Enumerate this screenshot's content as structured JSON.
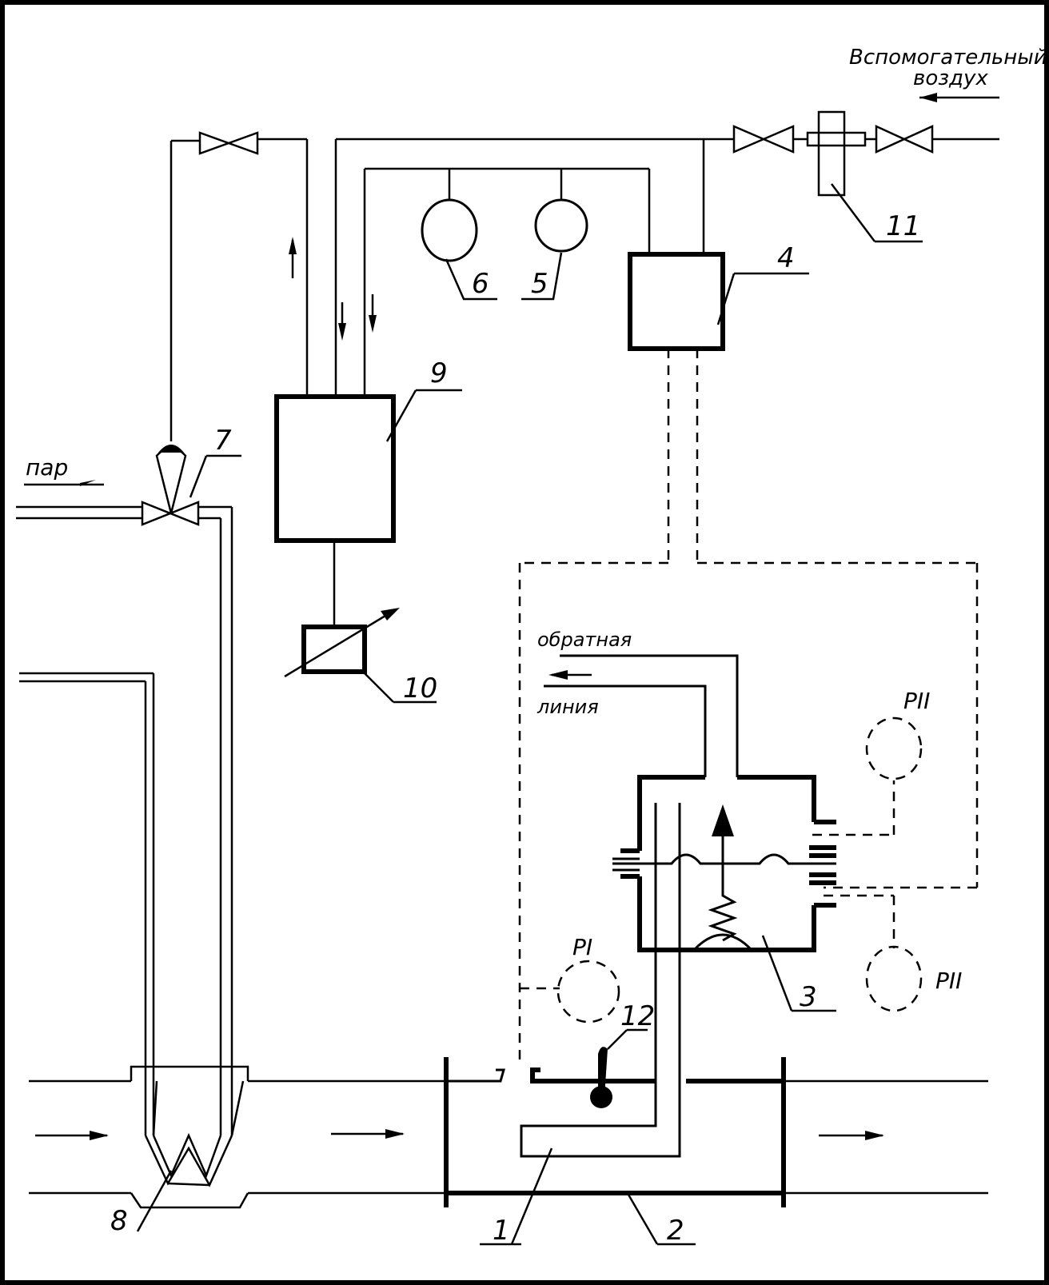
{
  "labels": {
    "aux_air_line1": "Вспомогательный",
    "aux_air_line2": "воздух",
    "steam": "пар",
    "return_line1": "обратная",
    "return_line2": "линия",
    "p1": "PI",
    "p2_top": "PII",
    "p2_bottom": "PII"
  },
  "numbers": {
    "n1": "1",
    "n2": "2",
    "n3": "3",
    "n4": "4",
    "n5": "5",
    "n6": "6",
    "n7": "7",
    "n8": "8",
    "n9": "9",
    "n10": "10",
    "n11": "11",
    "n12": "12"
  }
}
